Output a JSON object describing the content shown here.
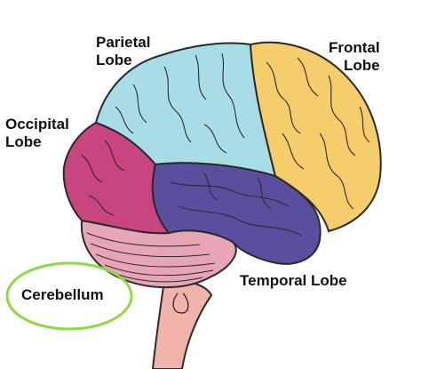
{
  "labels": {
    "parietal": [
      "Parietal",
      "Lobe"
    ],
    "frontal": [
      "Frontal",
      "Lobe"
    ],
    "occipital": [
      "Occipital",
      "Lobe"
    ],
    "temporal": "Temporal Lobe",
    "cerebellum": "Cerebellum"
  },
  "colors": {
    "parietal": "#a9dde6",
    "frontal": "#f5cd6a",
    "occipital": "#c8457f",
    "temporal": "#5a4f9e",
    "cerebellum": "#e7a6b6",
    "brainstem": "#f1b3aa",
    "outline": "#2a2a2a",
    "highlight": "#8fdb3f"
  }
}
